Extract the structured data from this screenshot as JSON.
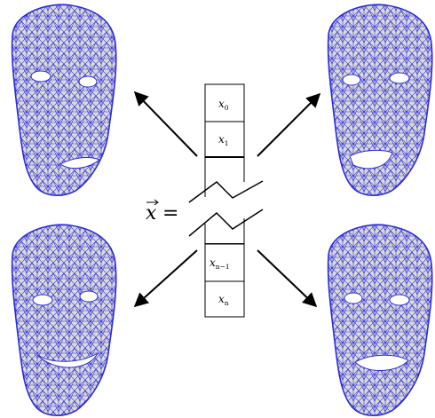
{
  "vector": {
    "symbol": "x",
    "equals": "=",
    "entries": [
      {
        "base": "x",
        "sub": "0"
      },
      {
        "base": "x",
        "sub": "1"
      },
      {
        "base": "x",
        "sub": "n−1"
      },
      {
        "base": "x",
        "sub": "n"
      }
    ]
  },
  "faces": [
    {
      "position": "top-left",
      "expression": "neutral-open-mouth"
    },
    {
      "position": "top-right",
      "expression": "open-mouth"
    },
    {
      "position": "bottom-left",
      "expression": "smile"
    },
    {
      "position": "bottom-right",
      "expression": "grin"
    }
  ],
  "colors": {
    "mesh": "#2b2bdc",
    "face_fill": "#d9d9d9",
    "holes": "#ffffff",
    "ink": "#000000"
  }
}
